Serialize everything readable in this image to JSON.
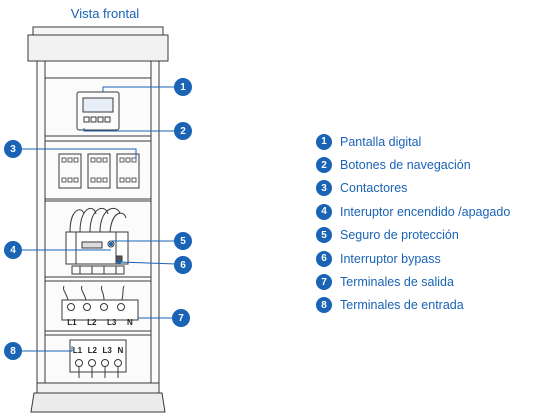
{
  "title": "Vista frontal",
  "accent_color": "#1a63b5",
  "callouts": [
    "1",
    "2",
    "3",
    "4",
    "5",
    "6",
    "7",
    "8"
  ],
  "legend": [
    {
      "number": "1",
      "label": "Pantalla digital"
    },
    {
      "number": "2",
      "label": "Botones de navegación"
    },
    {
      "number": "3",
      "label": "Contactores"
    },
    {
      "number": "4",
      "label": "Interuptor encendido /apagado"
    },
    {
      "number": "5",
      "label": "Seguro de protección"
    },
    {
      "number": "6",
      "label": "Interruptor bypass"
    },
    {
      "number": "7",
      "label": "Terminales de salida"
    },
    {
      "number": "8",
      "label": "Terminales de entrada"
    }
  ],
  "output_terminals": [
    "L1",
    "L2",
    "L3",
    "N"
  ],
  "input_terminals": [
    "L1",
    "L2",
    "L3",
    "N"
  ]
}
